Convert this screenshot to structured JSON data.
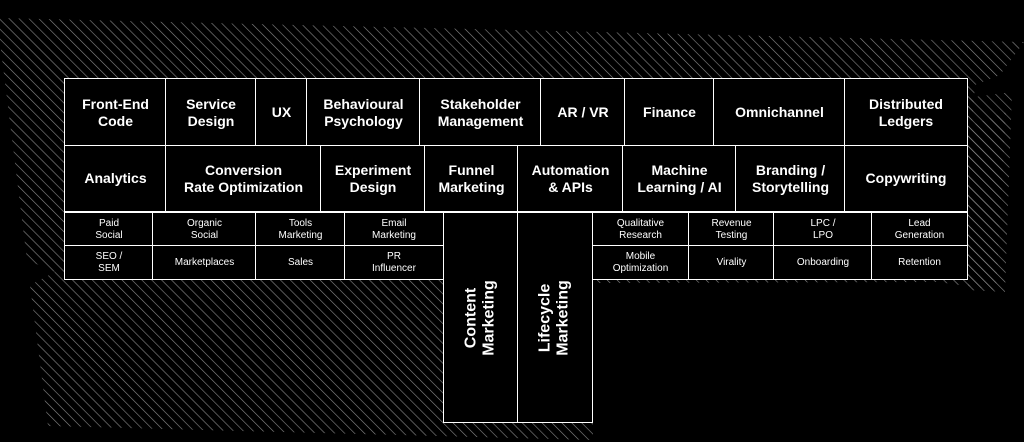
{
  "row1": [
    "Front-End\nCode",
    "Service\nDesign",
    "UX",
    "Behavioural\nPsychology",
    "Stakeholder\nManagement",
    "AR / VR",
    "Finance",
    "Omnichannel",
    "Distributed\nLedgers"
  ],
  "row2": [
    "Analytics",
    "Conversion\nRate Optimization",
    "Experiment\nDesign",
    "Funnel\nMarketing",
    "Automation\n& APIs",
    "Machine\nLearning / AI",
    "Branding /\nStorytelling",
    "Copywriting"
  ],
  "left_grid": [
    "Paid\nSocial",
    "Organic\nSocial",
    "Tools\nMarketing",
    "Email\nMarketing",
    "SEO /\nSEM",
    "Marketplaces",
    "Sales",
    "PR\nInfluencer"
  ],
  "right_grid": [
    "Qualitative\nResearch",
    "Revenue\nTesting",
    "LPC /\nLPO",
    "Lead\nGeneration",
    "Mobile\nOptimization",
    "Virality",
    "Onboarding",
    "Retention"
  ],
  "vertical": [
    "Content\nMarketing",
    "Lifecycle\nMarketing"
  ],
  "colors": {
    "background": "#000000",
    "line": "#ffffff",
    "hatch": "#8a8a8a"
  }
}
